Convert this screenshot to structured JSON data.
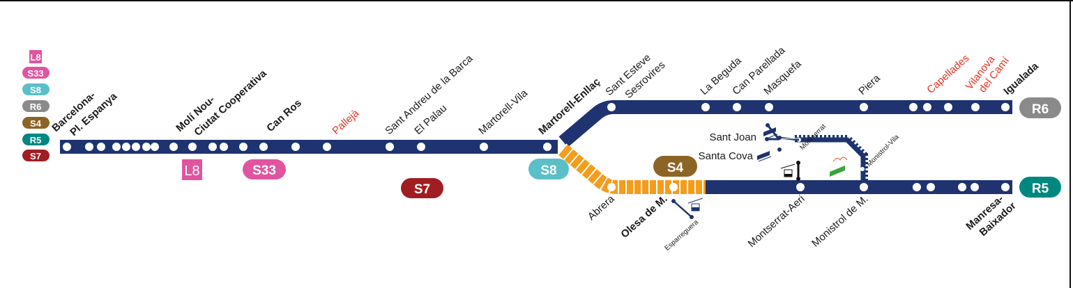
{
  "legend": [
    "L8",
    "S33",
    "S8",
    "R6",
    "S4",
    "R5",
    "S7"
  ],
  "colors": {
    "navy": "#1e3370",
    "orange": "#f59c1a",
    "L8": "#e0559f",
    "S33": "#e0559f",
    "S8": "#5bbfc8",
    "R6": "#8a8a8a",
    "S4": "#8c6426",
    "R5": "#00877f",
    "S7": "#a01d22",
    "highlight_text": "#e8301f"
  },
  "badges": {
    "L8": "L8",
    "S33": "S33",
    "S7": "S7",
    "S8": "S8",
    "S4": "S4",
    "R6": "R6",
    "R5": "R5"
  },
  "stations": {
    "barcelona": [
      "Barcelona-",
      "Pl. Espanya"
    ],
    "moli": [
      "Molí Nou-",
      "Ciutat Cooperativa"
    ],
    "can_ros": "Can Ros",
    "palleja": "Pallejà",
    "sant_andreu": "Sant Andreu de la Barca",
    "el_palau": "El Palau",
    "martorell_vila": "Martorell-Vila",
    "martorell_enllac": "Martorell-Enllaç",
    "sant_esteve": [
      "Sant Esteve",
      "Sesrovires"
    ],
    "la_beguda": "La Beguda",
    "can_parellada": "Can Parellada",
    "masquefa": "Masquefa",
    "piera": "Piera",
    "capellades": "Capellades",
    "vilanova": [
      "Vilanova",
      "del Camí"
    ],
    "igualada": "Igualada",
    "abrera": "Abrera",
    "olesa": "Olesa de M.",
    "esparreguera": "Esparreguera",
    "montserrat_aeri": "Montserrat-Aeri",
    "monistrol": "Monistrol de M.",
    "manresa": [
      "Manresa-",
      "Baixador"
    ],
    "sant_joan": "Sant Joan",
    "santa_cova": "Santa Cova",
    "montserrat": "Montserrat",
    "monistrol_vila": "Monistrol-Vila"
  }
}
